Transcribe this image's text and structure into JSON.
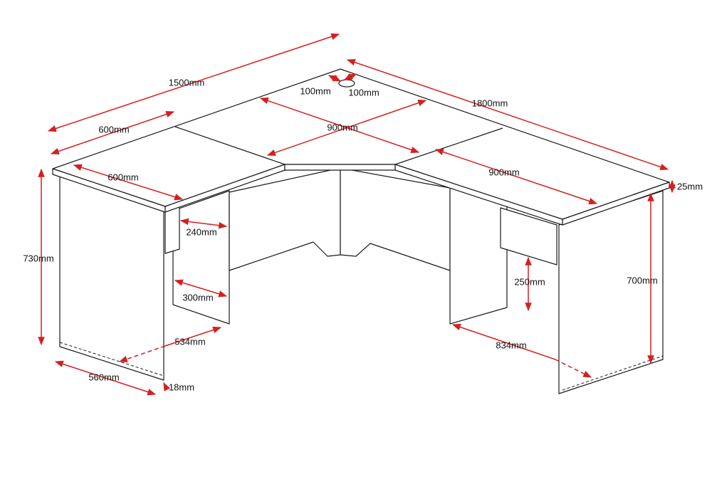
{
  "colors": {
    "dimension": "#d42020",
    "outline": "#1a1a1a"
  },
  "dimensions": {
    "overall_left": "1500mm",
    "left_depth_back": "600mm",
    "left_depth_front": "600mm",
    "grommet_a": "100mm",
    "grommet_b": "100mm",
    "overall_right": "1800mm",
    "center_900": "900mm",
    "right_900": "900mm",
    "top_thickness": "25mm",
    "height_total": "730mm",
    "drawer_240": "240mm",
    "recess_300": "300mm",
    "drawer_250": "250mm",
    "height_700": "700mm",
    "left_inner_534": "534mm",
    "right_inner_834": "834mm",
    "leg_depth_560": "560mm",
    "panel_18": "18mm"
  }
}
